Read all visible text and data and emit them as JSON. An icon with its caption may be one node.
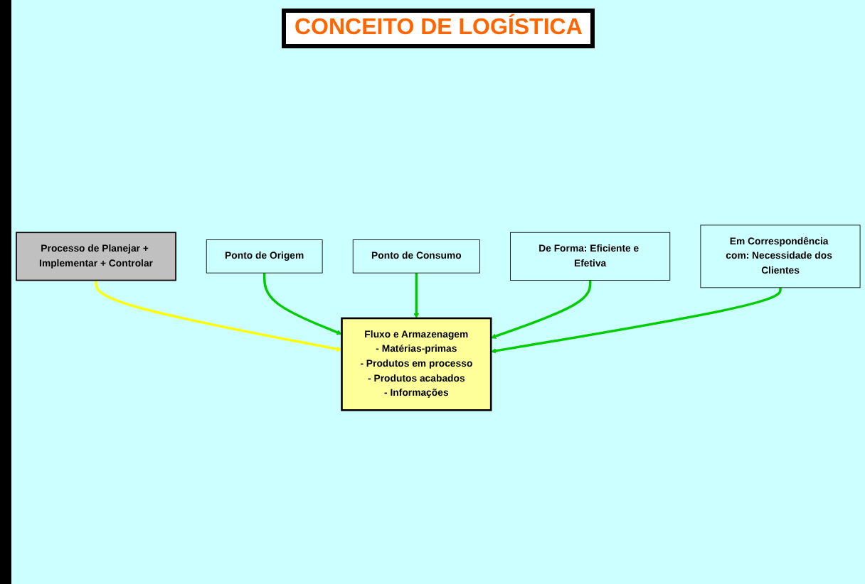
{
  "diagram": {
    "title": "CONCEITO DE LOGÍSTICA",
    "nodes": [
      {
        "text": [
          "Processo de Planejar + Implementar + Controlar"
        ]
      },
      {
        "text": [
          "Ponto de Origem"
        ]
      },
      {
        "text": [
          "Fluxo e Armazenagem",
          "- Matérias-primas",
          "- Produtos em processo",
          "- Produtos acabados",
          "- Informações"
        ]
      },
      {
        "text": [
          "Ponto de Consumo"
        ]
      },
      {
        "text": [
          "De Forma: Eficiente e Efetiva"
        ]
      },
      {
        "text": [
          "Em Correspondência com: Necessidade dos Clientes"
        ]
      }
    ],
    "edges": [
      {
        "from": 0,
        "to": 2,
        "arrow": "to",
        "color": "#ffff00"
      },
      {
        "from": 1,
        "to": 2,
        "arrow": "to"
      },
      {
        "from": 3,
        "to": 2,
        "arrow": "to"
      },
      {
        "from": 4,
        "to": 2,
        "arrow": "to"
      },
      {
        "from": 5,
        "to": 2,
        "arrow": "to"
      }
    ]
  }
}
